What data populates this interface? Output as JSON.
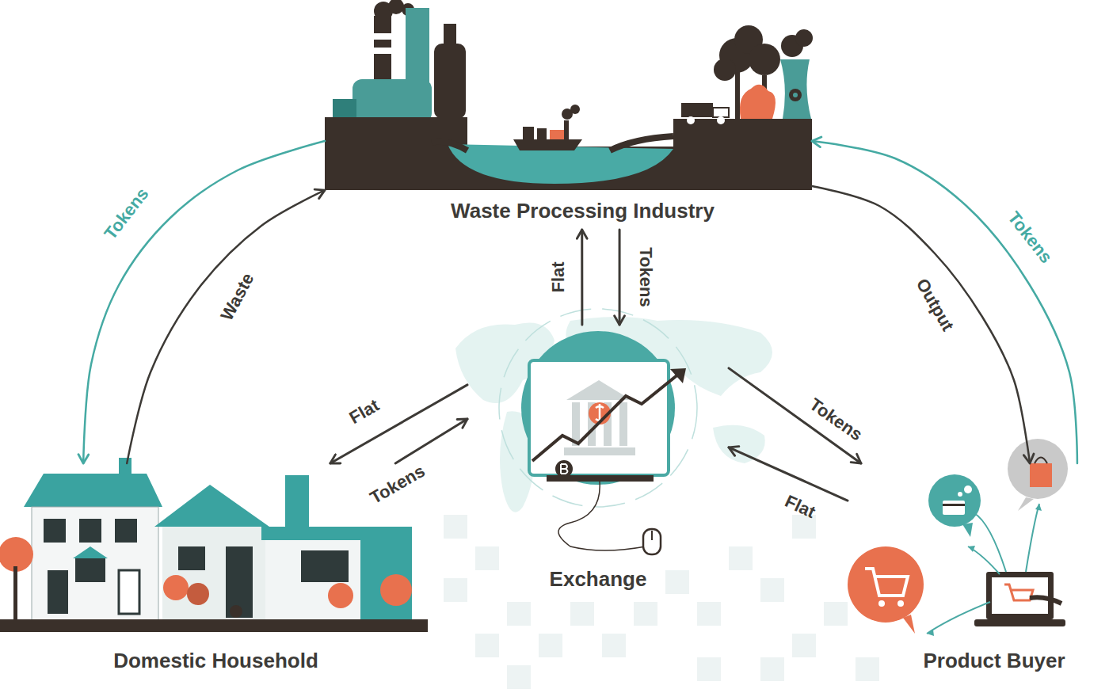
{
  "diagram": {
    "nodes": [
      {
        "text": [
          "Waste Processing Industry"
        ]
      },
      {
        "text": [
          "Domestic Household"
        ]
      },
      {
        "text": [
          "Exchange"
        ]
      },
      {
        "text": [
          "Product Buyer"
        ]
      }
    ],
    "edges": [
      {
        "from": 1,
        "to": 0,
        "label": "Waste",
        "arrow": "to"
      },
      {
        "from": 0,
        "to": 1,
        "label": "Tokens",
        "arrow": "to"
      },
      {
        "from": 0,
        "to": 3,
        "label": "Output",
        "arrow": "to"
      },
      {
        "from": 3,
        "to": 0,
        "label": "Tokens",
        "arrow": "to"
      },
      {
        "from": 2,
        "to": 0,
        "label": "Flat",
        "arrow": "to"
      },
      {
        "from": 0,
        "to": 2,
        "label": "Tokens",
        "arrow": "to"
      },
      {
        "from": 2,
        "to": 1,
        "label": "Flat",
        "arrow": "to"
      },
      {
        "from": 1,
        "to": 2,
        "label": "Tokens",
        "arrow": "to"
      },
      {
        "from": 2,
        "to": 3,
        "label": "Tokens",
        "arrow": "to"
      },
      {
        "from": 3,
        "to": 2,
        "label": "Flat",
        "arrow": "to"
      }
    ]
  }
}
